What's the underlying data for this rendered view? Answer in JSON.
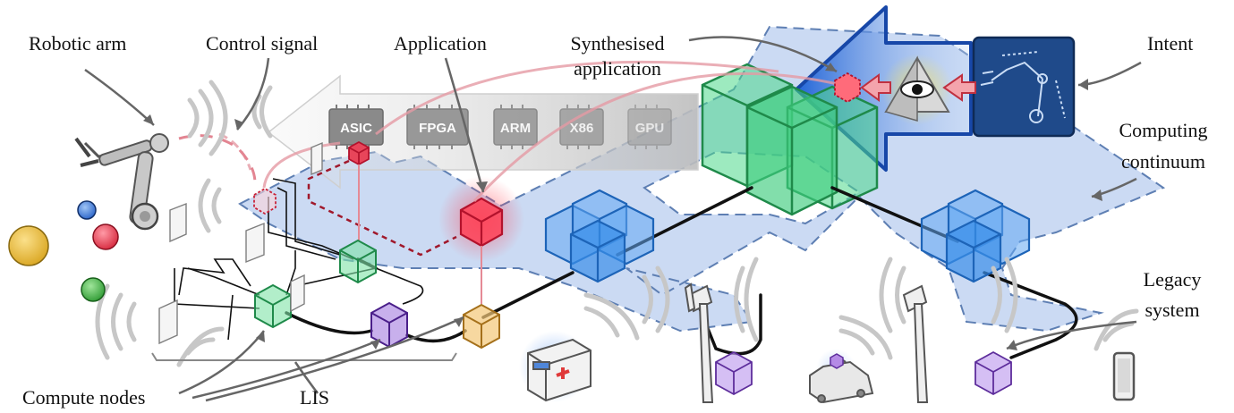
{
  "labels": {
    "robotic_arm": "Robotic arm",
    "control_signal": "Control signal",
    "application": "Application",
    "synthesised_line1": "Synthesised",
    "synthesised_line2": "application",
    "intent": "Intent",
    "computing_line1": "Computing",
    "computing_line2": "continuum",
    "legacy_line1": "Legacy",
    "legacy_line2": "system",
    "compute_nodes": "Compute nodes",
    "lis": "LIS"
  },
  "chips": [
    "ASIC",
    "FPGA",
    "ARM",
    "X86",
    "GPU"
  ],
  "colors": {
    "continuum_fill": "#b9cdef",
    "continuum_stroke": "#5e7fb3",
    "green_cube": "#2e9a58",
    "blue_cube": "#1d64b8",
    "red_cube": "#d61f3c",
    "purple_cube": "#6b35a8",
    "orange_cube": "#d9962a",
    "chip_fill": "#8c8c8c",
    "intent_panel": "#1f4a8a"
  },
  "icons": [
    "robotic-arm-icon",
    "eye-icon",
    "ambulance-icon",
    "car-icon",
    "tablet-icon",
    "antenna-tower-icon"
  ]
}
